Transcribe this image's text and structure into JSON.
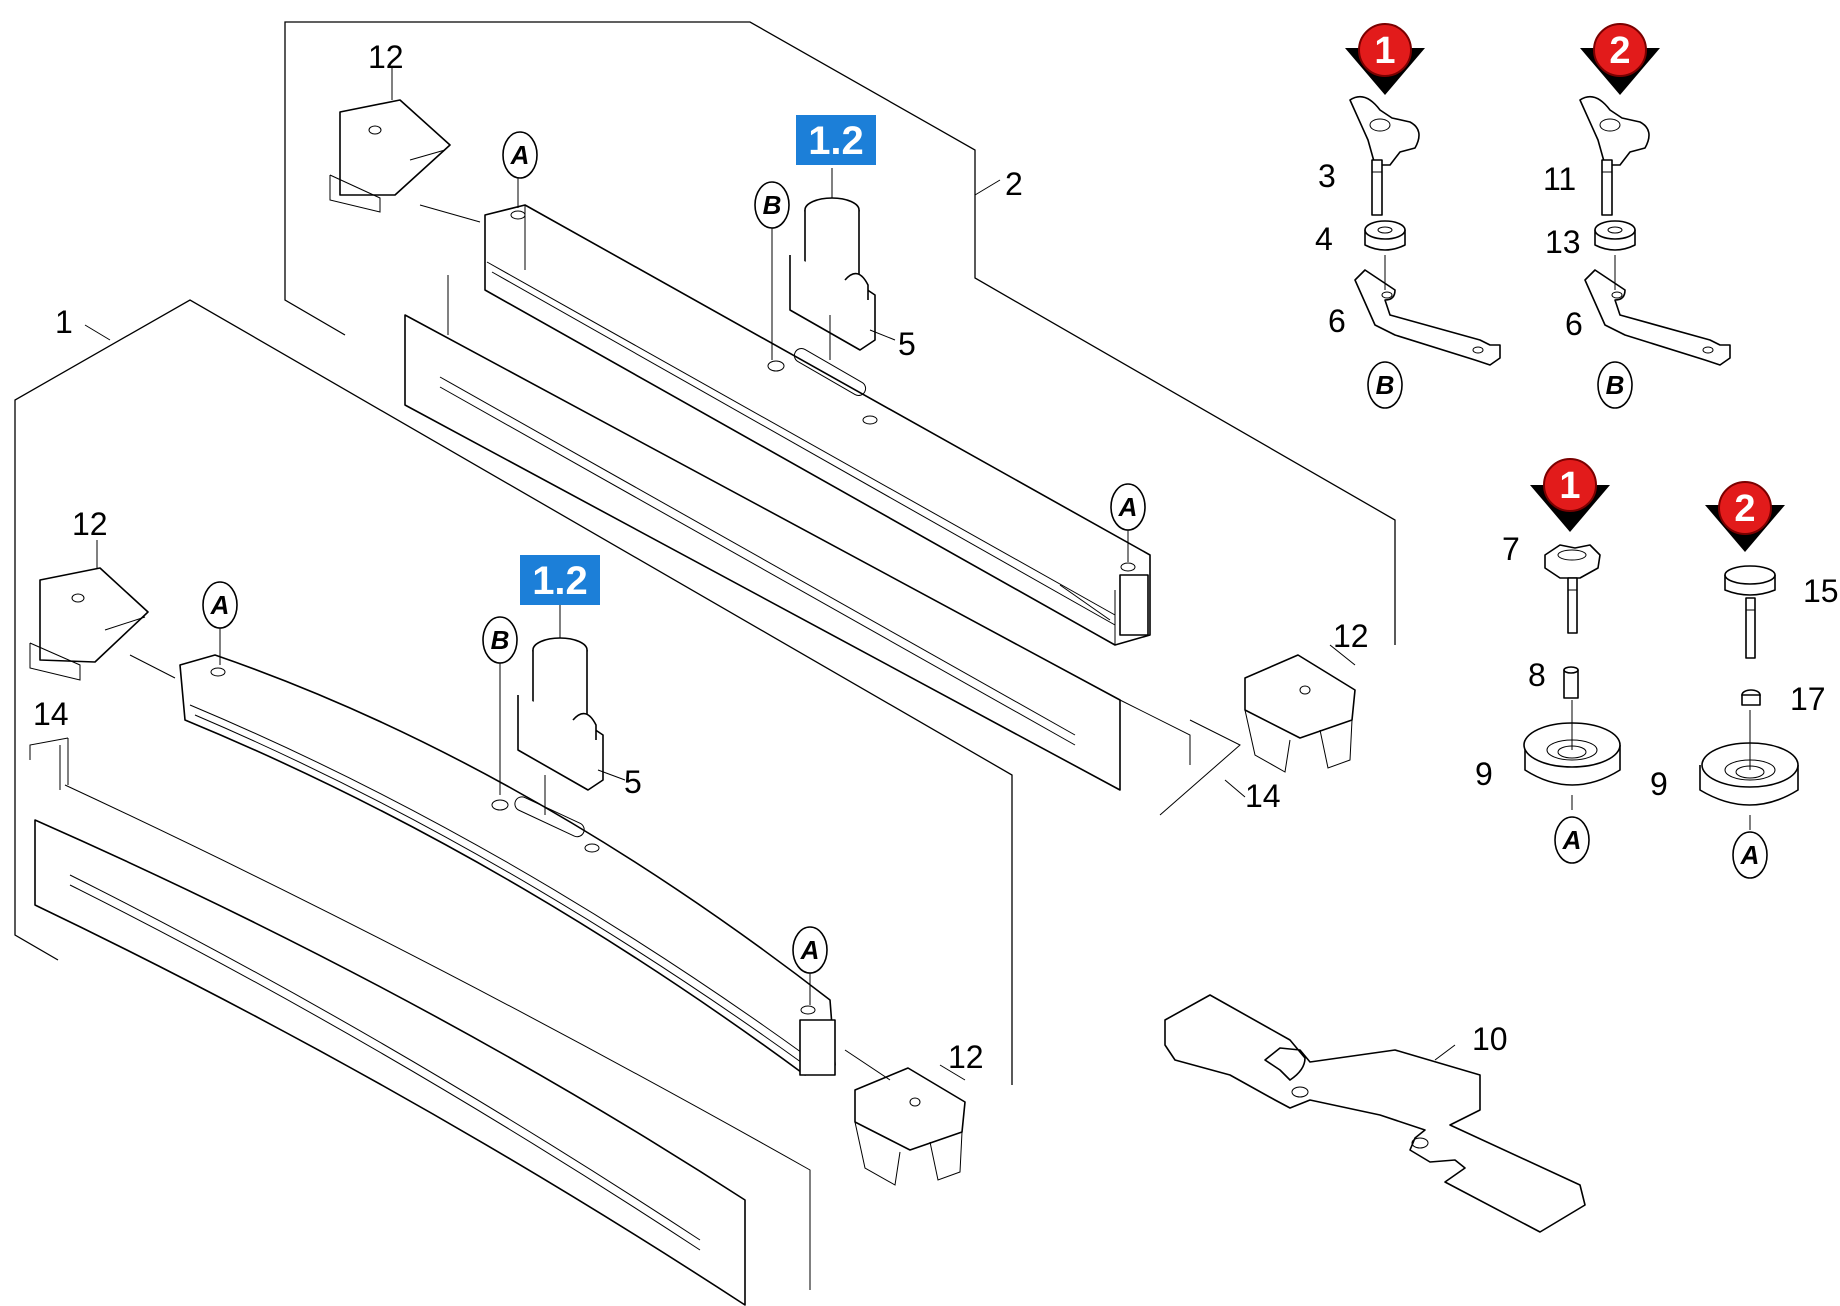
{
  "callouts": {
    "n1": "1",
    "n2": "2",
    "n3": "3",
    "n4": "4",
    "n5a": "5",
    "n5b": "5",
    "n6a": "6",
    "n6b": "6",
    "n7": "7",
    "n8": "8",
    "n9a": "9",
    "n9b": "9",
    "n10": "10",
    "n11": "11",
    "n12a": "12",
    "n12b": "12",
    "n12c": "12",
    "n12d": "12",
    "n13": "13",
    "n14a": "14",
    "n14b": "14",
    "n15": "15",
    "n17": "17"
  },
  "reference_letters": {
    "a": "A",
    "b": "B"
  },
  "section_badges": {
    "top": "1.2",
    "bottom": "1.2"
  },
  "variant_markers": {
    "v1": "1",
    "v2": "2"
  },
  "colors": {
    "badge": "#1c7fd8",
    "variant_marker": "#e21b1b",
    "line": "#000000"
  }
}
